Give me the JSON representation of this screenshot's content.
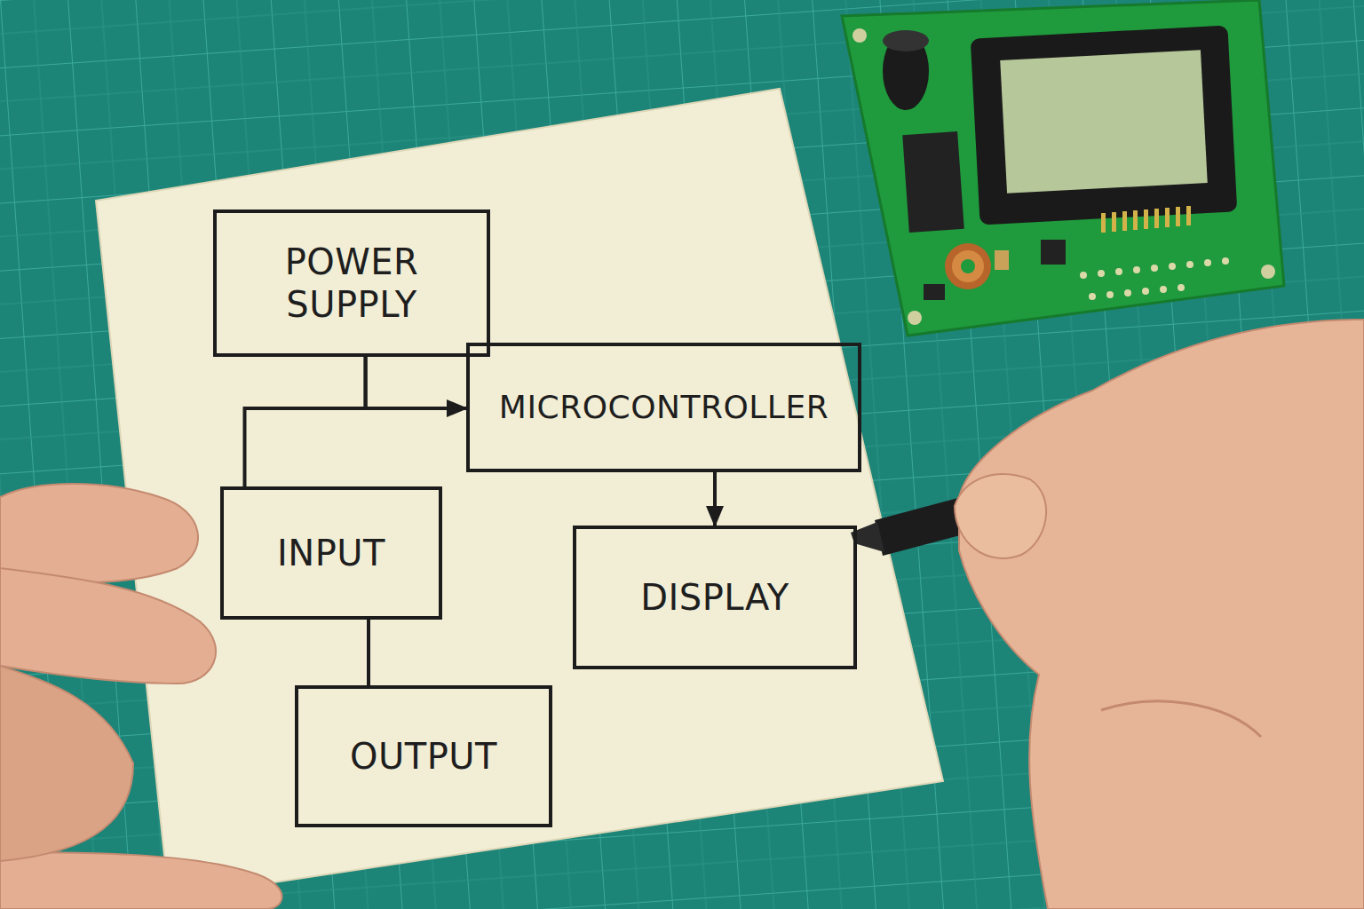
{
  "diagram": {
    "nodes": [
      {
        "text": [
          "POWER SUPPLY"
        ]
      },
      {
        "text": [
          "MICROCONTROLLER"
        ]
      },
      {
        "text": [
          "INPUT"
        ]
      },
      {
        "text": [
          "DISPLAY"
        ]
      },
      {
        "text": [
          "OUTPUT"
        ]
      }
    ],
    "edges": [
      {
        "from": 0,
        "to": 1,
        "arrow": "to"
      },
      {
        "from": 0,
        "to": 2,
        "arrow": "none"
      },
      {
        "from": 1,
        "to": 3,
        "arrow": "to"
      },
      {
        "from": 2,
        "to": 4,
        "arrow": "none"
      }
    ]
  }
}
